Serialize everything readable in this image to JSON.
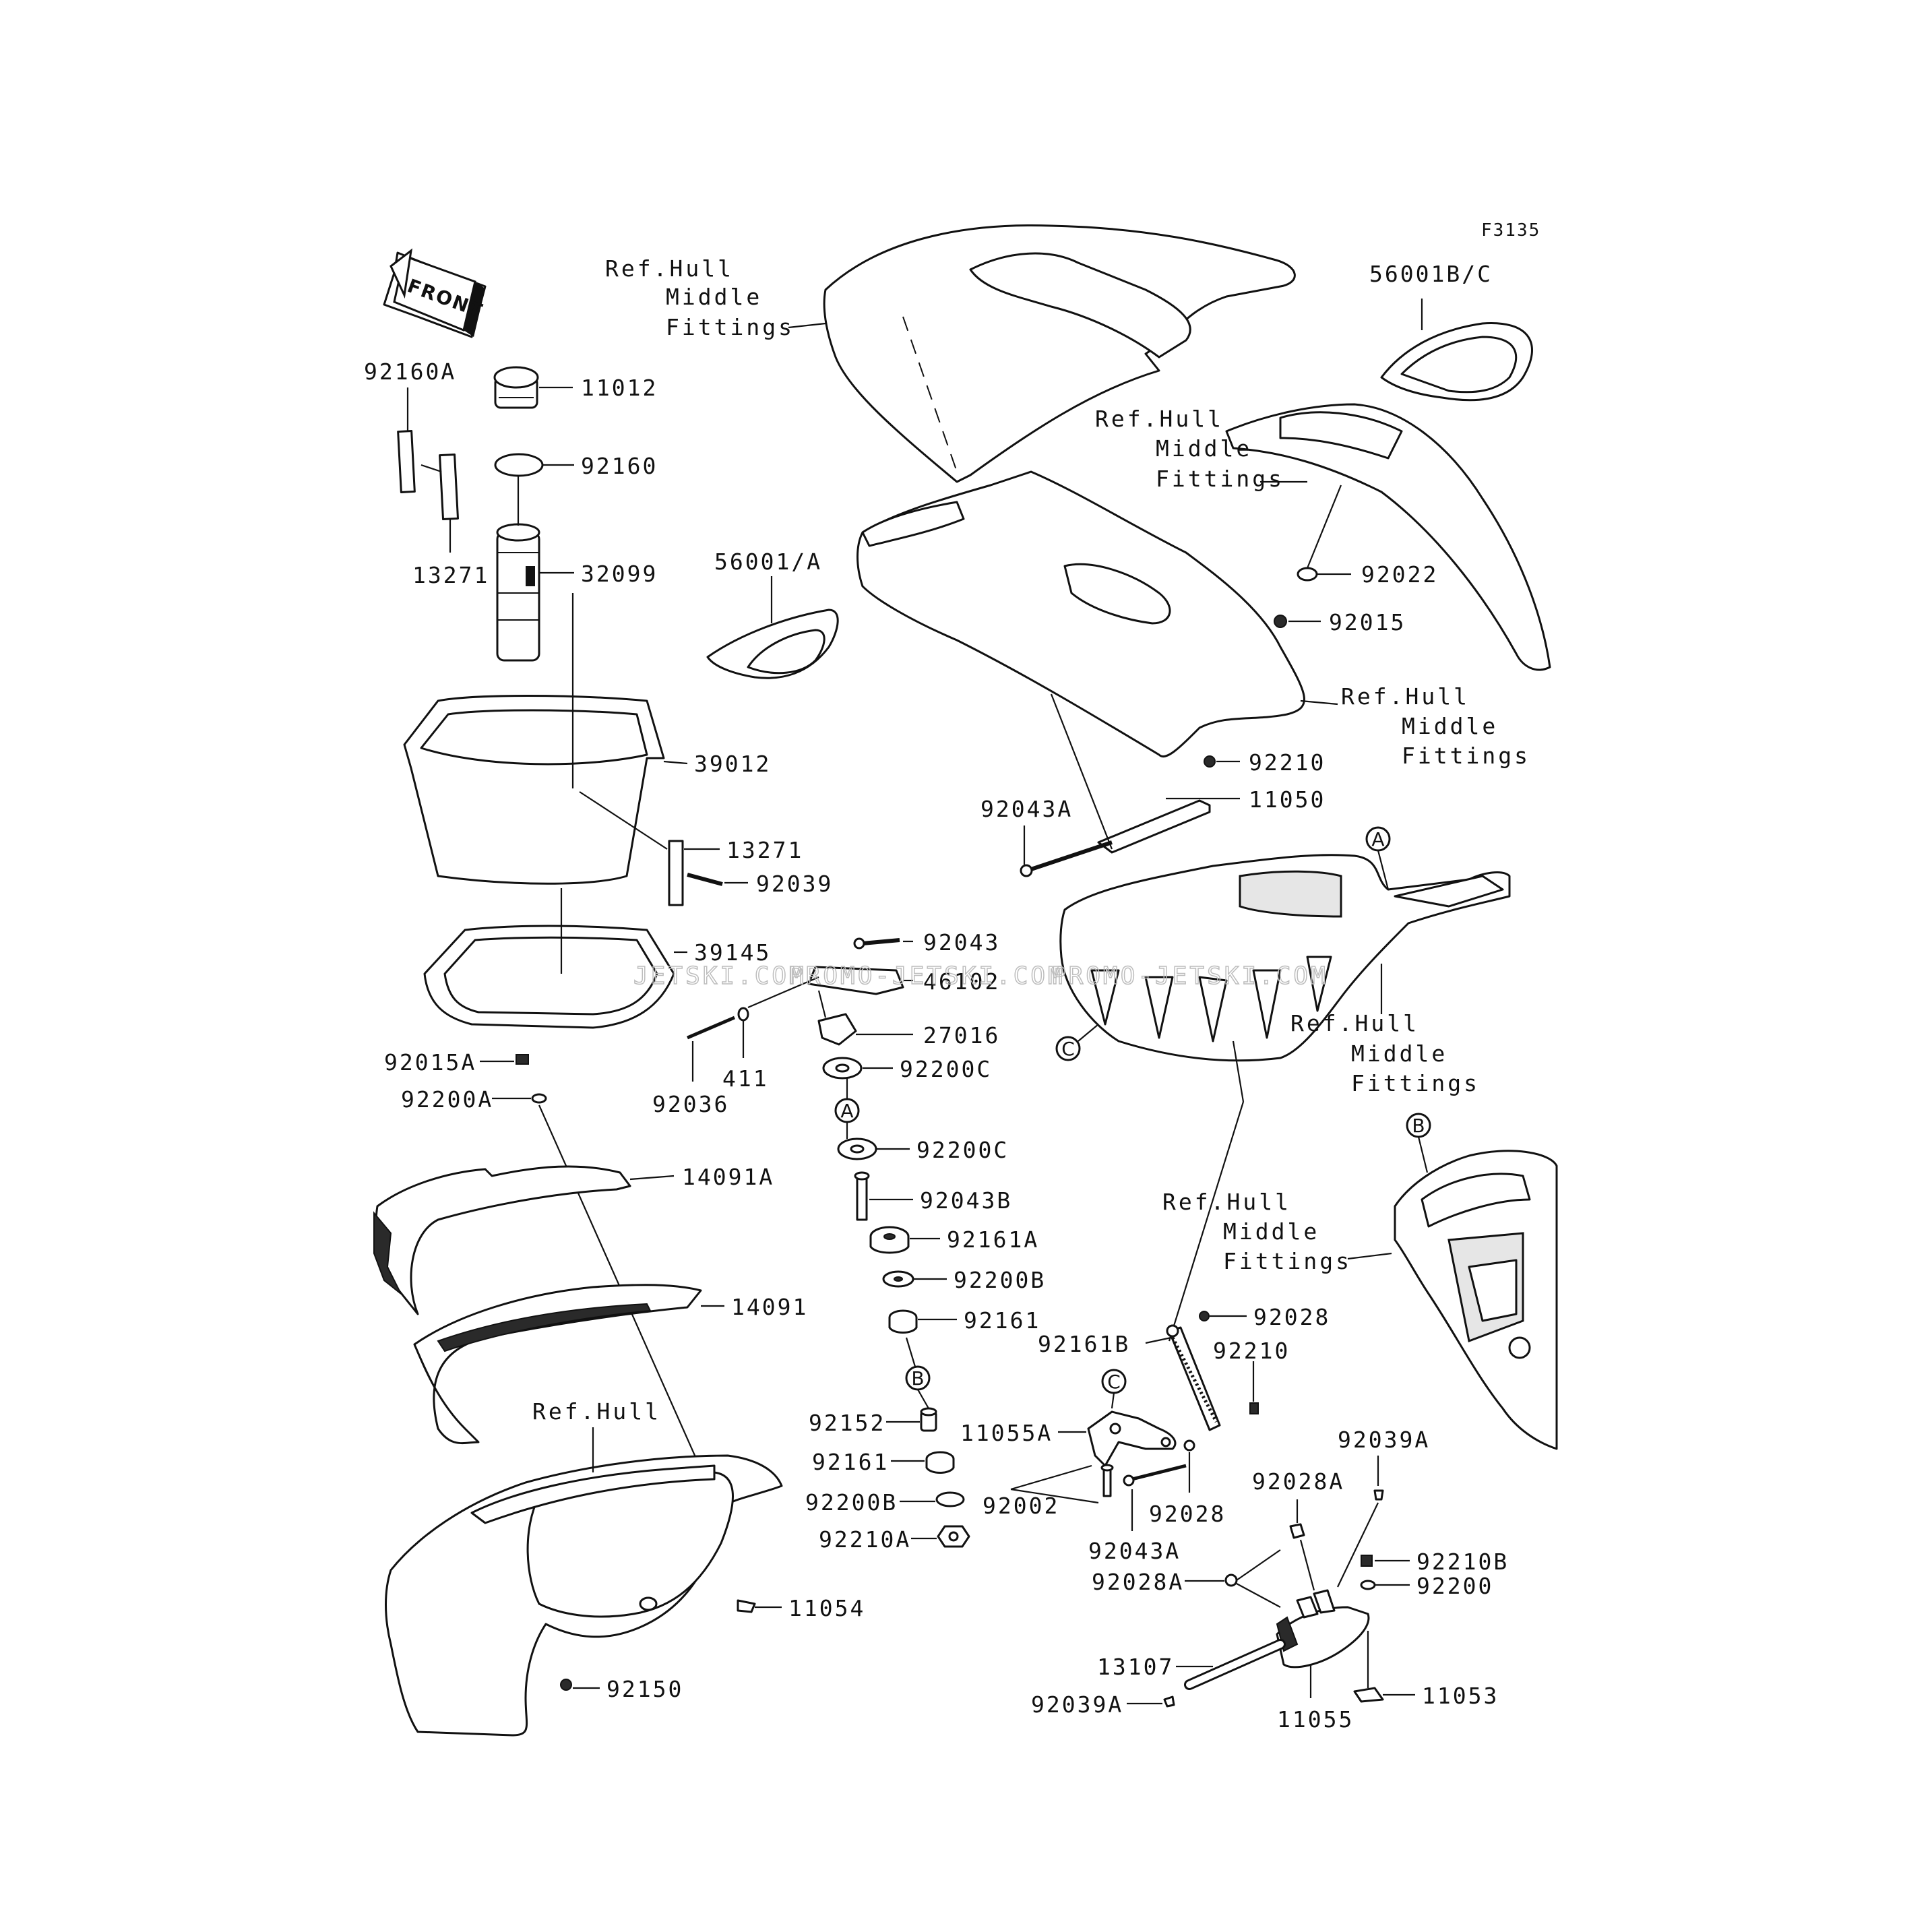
{
  "figure_code": "F3135",
  "front_label": "FRONT",
  "watermarks": [
    "JETSKI.COM",
    "PROMO-JETSKI.COM",
    "PROMO-JETSKI.COM"
  ],
  "ref_labels": {
    "top": [
      "Ref.Hull",
      "Middle",
      "Fittings"
    ],
    "right_upper": [
      "Ref.Hull",
      "Middle",
      "Fittings"
    ],
    "center": [
      "Ref.Hull",
      "Middle",
      "Fittings"
    ],
    "right_mid": [
      "Ref.Hull",
      "Middle",
      "Fittings"
    ],
    "lower_mid": [
      "Ref.Hull",
      "Middle",
      "Fittings"
    ],
    "hull": "Ref.Hull"
  },
  "connectors": {
    "a": "A",
    "b": "B",
    "c": "C"
  },
  "parts": {
    "p56001bc": "56001B/C",
    "p92160a": "92160A",
    "p11012": "11012",
    "p92160": "92160",
    "p13271_top": "13271",
    "p32099": "32099",
    "p56001a": "56001/A",
    "p92022": "92022",
    "p92015": "92015",
    "p39012": "39012",
    "p92210_top": "92210",
    "p92043a_top": "92043A",
    "p11050": "11050",
    "p13271_mid": "13271",
    "p92039": "92039",
    "p92043": "92043",
    "p39145": "39145",
    "p46102": "46102",
    "p27016": "27016",
    "p411": "411",
    "p92036": "92036",
    "p92015a": "92015A",
    "p92200c_1": "92200C",
    "p92200a": "92200A",
    "p92200c_2": "92200C",
    "p14091a": "14091A",
    "p92043b": "92043B",
    "p92161a": "92161A",
    "p92200b_1": "92200B",
    "p14091": "14091",
    "p92161_1": "92161",
    "p92028_1": "92028",
    "p92161b": "92161B",
    "p92210_mid": "92210",
    "p92152": "92152",
    "p11055a": "11055A",
    "p92039a_1": "92039A",
    "p92161_2": "92161",
    "p92028a_1": "92028A",
    "p92200b_2": "92200B",
    "p92002": "92002",
    "p92028_2": "92028",
    "p92210a": "92210A",
    "p92043a_bot": "92043A",
    "p92210b": "92210B",
    "p92028a_2": "92028A",
    "p92200": "92200",
    "p11054": "11054",
    "p13107": "13107",
    "p92150": "92150",
    "p92039a_2": "92039A",
    "p11053": "11053",
    "p11055": "11055"
  }
}
